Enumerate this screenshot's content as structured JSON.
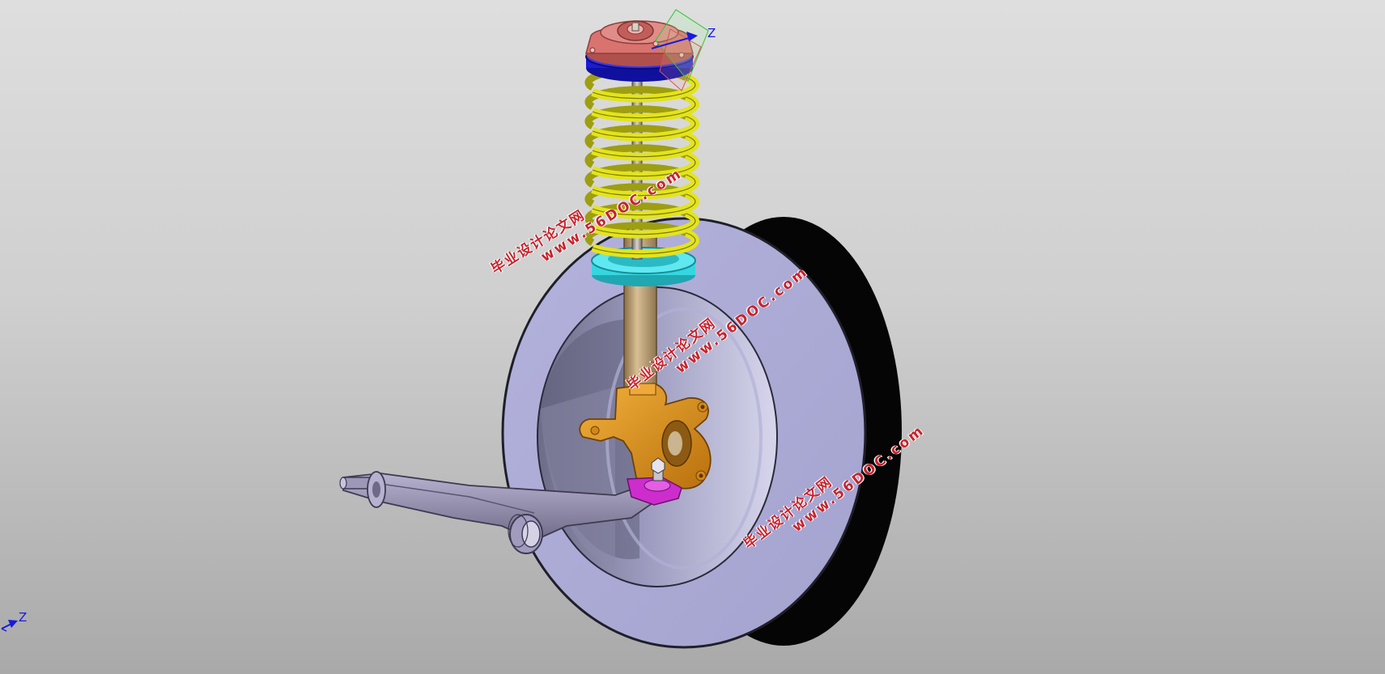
{
  "viewport": {
    "background_top": "#dedede",
    "background_bottom": "#a9a9a9"
  },
  "compass": {
    "top_axis_label": "Z",
    "corner_axis_label": "Z",
    "axis_color": "#1a1adf"
  },
  "watermarks": [
    {
      "cn": "毕业设计论文网",
      "url": "www.56DOC.com"
    },
    {
      "cn": "毕业设计论文网",
      "url": "www.56DOC.com"
    },
    {
      "cn": "毕业设计论文网",
      "url": "www.56DOC.com"
    }
  ],
  "model": {
    "parts": [
      {
        "name": "strut-top-mount",
        "color": "#d9736f"
      },
      {
        "name": "upper-spring-seat",
        "color": "#1b1bd6"
      },
      {
        "name": "coil-spring",
        "color": "#e3e31e"
      },
      {
        "name": "lower-spring-seat",
        "color": "#35d6e0"
      },
      {
        "name": "damper-tube",
        "color": "#b99a6c"
      },
      {
        "name": "steering-knuckle",
        "color": "#e39a1f"
      },
      {
        "name": "ball-joint",
        "color": "#cc2dcc"
      },
      {
        "name": "lower-control-arm",
        "color": "#9d98b8"
      },
      {
        "name": "wheel-tire",
        "color": "#a9a8d4"
      }
    ]
  }
}
